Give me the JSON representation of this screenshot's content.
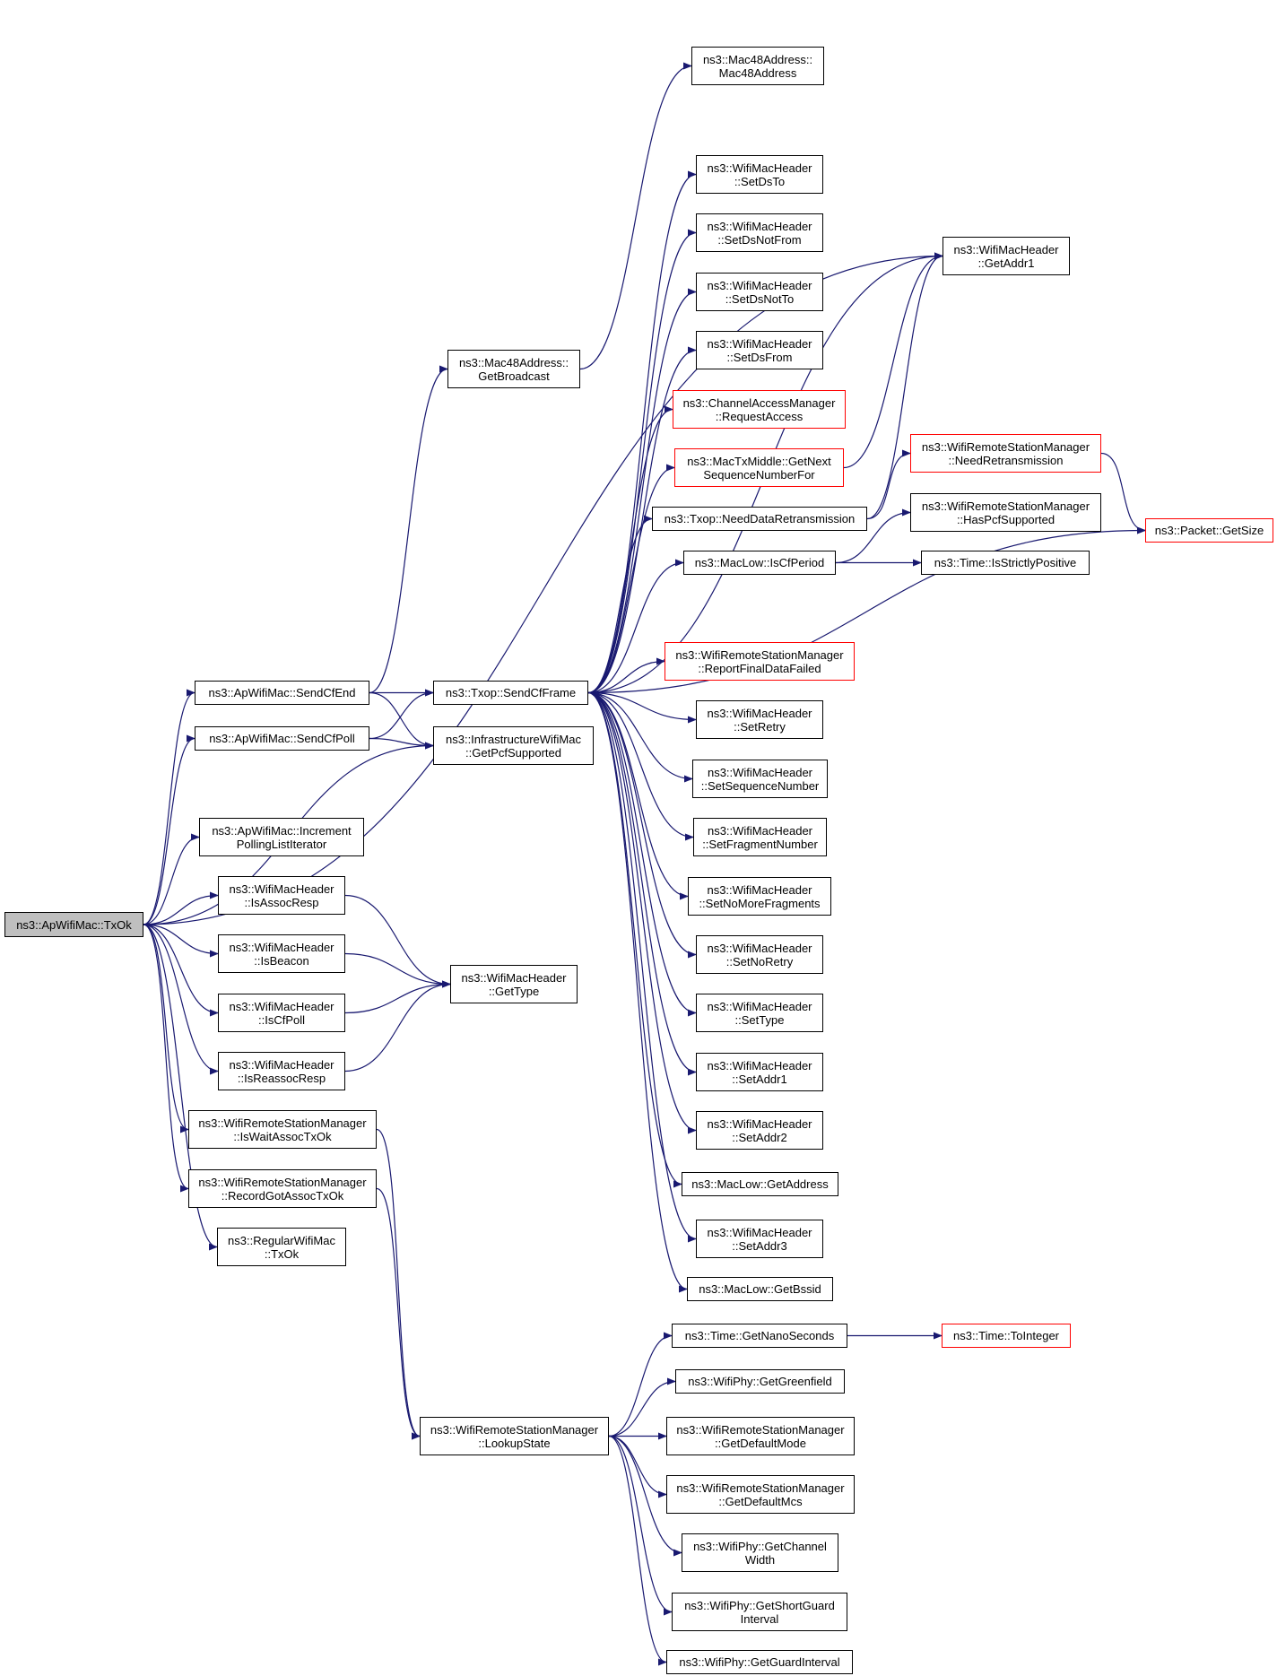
{
  "colors": {
    "edge": "#191970",
    "node_border": "#000000",
    "incomplete_border": "#ff0000",
    "root_fill": "#bfbfbf"
  },
  "nodes": {
    "root": {
      "lines": [
        "ns3::ApWifiMac::TxOk"
      ],
      "red": false
    },
    "mac48_ctor": {
      "lines": [
        "ns3::Mac48Address::",
        "Mac48Address"
      ],
      "red": false
    },
    "set_ds_to": {
      "lines": [
        "ns3::WifiMacHeader",
        "::SetDsTo"
      ],
      "red": false
    },
    "set_ds_not_from": {
      "lines": [
        "ns3::WifiMacHeader",
        "::SetDsNotFrom"
      ],
      "red": false
    },
    "get_addr1": {
      "lines": [
        "ns3::WifiMacHeader",
        "::GetAddr1"
      ],
      "red": false
    },
    "set_ds_not_to": {
      "lines": [
        "ns3::WifiMacHeader",
        "::SetDsNotTo"
      ],
      "red": false
    },
    "set_ds_from": {
      "lines": [
        "ns3::WifiMacHeader",
        "::SetDsFrom"
      ],
      "red": false
    },
    "get_broadcast": {
      "lines": [
        "ns3::Mac48Address::",
        "GetBroadcast"
      ],
      "red": false
    },
    "request_access": {
      "lines": [
        "ns3::ChannelAccessManager",
        "::RequestAccess"
      ],
      "red": true
    },
    "get_next_seq": {
      "lines": [
        "ns3::MacTxMiddle::GetNext",
        "SequenceNumberFor"
      ],
      "red": true
    },
    "need_retransmission": {
      "lines": [
        "ns3::WifiRemoteStationManager",
        "::NeedRetransmission"
      ],
      "red": true
    },
    "need_data_retx": {
      "lines": [
        "ns3::Txop::NeedDataRetransmission"
      ],
      "red": false
    },
    "has_pcf_supported": {
      "lines": [
        "ns3::WifiRemoteStationManager",
        "::HasPcfSupported"
      ],
      "red": false
    },
    "get_size": {
      "lines": [
        "ns3::Packet::GetSize"
      ],
      "red": true
    },
    "is_cf_period": {
      "lines": [
        "ns3::MacLow::IsCfPeriod"
      ],
      "red": false
    },
    "is_strictly_positive": {
      "lines": [
        "ns3::Time::IsStrictlyPositive"
      ],
      "red": false
    },
    "report_final_failed": {
      "lines": [
        "ns3::WifiRemoteStationManager",
        "::ReportFinalDataFailed"
      ],
      "red": true
    },
    "send_cf_end": {
      "lines": [
        "ns3::ApWifiMac::SendCfEnd"
      ],
      "red": false
    },
    "send_cf_frame": {
      "lines": [
        "ns3::Txop::SendCfFrame"
      ],
      "red": false
    },
    "set_retry": {
      "lines": [
        "ns3::WifiMacHeader",
        "::SetRetry"
      ],
      "red": false
    },
    "send_cf_poll": {
      "lines": [
        "ns3::ApWifiMac::SendCfPoll"
      ],
      "red": false
    },
    "get_pcf_supported": {
      "lines": [
        "ns3::InfrastructureWifiMac",
        "::GetPcfSupported"
      ],
      "red": false
    },
    "set_seq_number": {
      "lines": [
        "ns3::WifiMacHeader",
        "::SetSequenceNumber"
      ],
      "red": false
    },
    "increment_polling": {
      "lines": [
        "ns3::ApWifiMac::Increment",
        "PollingListIterator"
      ],
      "red": false
    },
    "set_fragment_number": {
      "lines": [
        "ns3::WifiMacHeader",
        "::SetFragmentNumber"
      ],
      "red": false
    },
    "is_assoc_resp": {
      "lines": [
        "ns3::WifiMacHeader",
        "::IsAssocResp"
      ],
      "red": false
    },
    "set_no_more_fragments": {
      "lines": [
        "ns3::WifiMacHeader",
        "::SetNoMoreFragments"
      ],
      "red": false
    },
    "is_beacon": {
      "lines": [
        "ns3::WifiMacHeader",
        "::IsBeacon"
      ],
      "red": false
    },
    "set_no_retry": {
      "lines": [
        "ns3::WifiMacHeader",
        "::SetNoRetry"
      ],
      "red": false
    },
    "get_type": {
      "lines": [
        "ns3::WifiMacHeader",
        "::GetType"
      ],
      "red": false
    },
    "is_cf_poll": {
      "lines": [
        "ns3::WifiMacHeader",
        "::IsCfPoll"
      ],
      "red": false
    },
    "set_type": {
      "lines": [
        "ns3::WifiMacHeader",
        "::SetType"
      ],
      "red": false
    },
    "is_reassoc_resp": {
      "lines": [
        "ns3::WifiMacHeader",
        "::IsReassocResp"
      ],
      "red": false
    },
    "set_addr1": {
      "lines": [
        "ns3::WifiMacHeader",
        "::SetAddr1"
      ],
      "red": false
    },
    "is_wait_assoc": {
      "lines": [
        "ns3::WifiRemoteStationManager",
        "::IsWaitAssocTxOk"
      ],
      "red": false
    },
    "set_addr2": {
      "lines": [
        "ns3::WifiMacHeader",
        "::SetAddr2"
      ],
      "red": false
    },
    "record_got_assoc": {
      "lines": [
        "ns3::WifiRemoteStationManager",
        "::RecordGotAssocTxOk"
      ],
      "red": false
    },
    "get_address": {
      "lines": [
        "ns3::MacLow::GetAddress"
      ],
      "red": false
    },
    "regular_txok": {
      "lines": [
        "ns3::RegularWifiMac",
        "::TxOk"
      ],
      "red": false
    },
    "set_addr3": {
      "lines": [
        "ns3::WifiMacHeader",
        "::SetAddr3"
      ],
      "red": false
    },
    "get_bssid": {
      "lines": [
        "ns3::MacLow::GetBssid"
      ],
      "red": false
    },
    "get_nano_seconds": {
      "lines": [
        "ns3::Time::GetNanoSeconds"
      ],
      "red": false
    },
    "to_integer": {
      "lines": [
        "ns3::Time::ToInteger"
      ],
      "red": true
    },
    "get_greenfield": {
      "lines": [
        "ns3::WifiPhy::GetGreenfield"
      ],
      "red": false
    },
    "lookup_state": {
      "lines": [
        "ns3::WifiRemoteStationManager",
        "::LookupState"
      ],
      "red": false
    },
    "get_default_mode": {
      "lines": [
        "ns3::WifiRemoteStationManager",
        "::GetDefaultMode"
      ],
      "red": false
    },
    "get_default_mcs": {
      "lines": [
        "ns3::WifiRemoteStationManager",
        "::GetDefaultMcs"
      ],
      "red": false
    },
    "get_channel_width": {
      "lines": [
        "ns3::WifiPhy::GetChannel",
        "Width"
      ],
      "red": false
    },
    "get_short_guard": {
      "lines": [
        "ns3::WifiPhy::GetShortGuard",
        "Interval"
      ],
      "red": false
    },
    "get_guard_interval": {
      "lines": [
        "ns3::WifiPhy::GetGuardInterval"
      ],
      "red": false
    }
  },
  "edges": [
    [
      "root",
      "get_addr1"
    ],
    [
      "root",
      "send_cf_end"
    ],
    [
      "root",
      "send_cf_poll"
    ],
    [
      "root",
      "get_pcf_supported"
    ],
    [
      "root",
      "increment_polling"
    ],
    [
      "root",
      "is_assoc_resp"
    ],
    [
      "root",
      "is_beacon"
    ],
    [
      "root",
      "is_cf_poll"
    ],
    [
      "root",
      "is_reassoc_resp"
    ],
    [
      "root",
      "is_wait_assoc"
    ],
    [
      "root",
      "record_got_assoc"
    ],
    [
      "root",
      "regular_txok"
    ],
    [
      "send_cf_end",
      "get_broadcast"
    ],
    [
      "send_cf_end",
      "send_cf_frame"
    ],
    [
      "send_cf_end",
      "get_pcf_supported"
    ],
    [
      "send_cf_poll",
      "send_cf_frame"
    ],
    [
      "send_cf_poll",
      "get_pcf_supported"
    ],
    [
      "get_broadcast",
      "mac48_ctor"
    ],
    [
      "send_cf_frame",
      "get_addr1"
    ],
    [
      "send_cf_frame",
      "set_ds_to"
    ],
    [
      "send_cf_frame",
      "set_ds_not_from"
    ],
    [
      "send_cf_frame",
      "set_ds_not_to"
    ],
    [
      "send_cf_frame",
      "set_ds_from"
    ],
    [
      "send_cf_frame",
      "request_access"
    ],
    [
      "send_cf_frame",
      "get_next_seq"
    ],
    [
      "send_cf_frame",
      "need_data_retx"
    ],
    [
      "send_cf_frame",
      "is_cf_period"
    ],
    [
      "send_cf_frame",
      "get_size"
    ],
    [
      "send_cf_frame",
      "report_final_failed"
    ],
    [
      "send_cf_frame",
      "set_retry"
    ],
    [
      "send_cf_frame",
      "set_seq_number"
    ],
    [
      "send_cf_frame",
      "set_fragment_number"
    ],
    [
      "send_cf_frame",
      "set_no_more_fragments"
    ],
    [
      "send_cf_frame",
      "set_no_retry"
    ],
    [
      "send_cf_frame",
      "set_type"
    ],
    [
      "send_cf_frame",
      "set_addr1"
    ],
    [
      "send_cf_frame",
      "set_addr2"
    ],
    [
      "send_cf_frame",
      "get_address"
    ],
    [
      "send_cf_frame",
      "set_addr3"
    ],
    [
      "send_cf_frame",
      "get_bssid"
    ],
    [
      "get_next_seq",
      "get_addr1"
    ],
    [
      "need_data_retx",
      "get_addr1"
    ],
    [
      "need_data_retx",
      "need_retransmission"
    ],
    [
      "need_retransmission",
      "get_size"
    ],
    [
      "is_cf_period",
      "has_pcf_supported"
    ],
    [
      "is_cf_period",
      "is_strictly_positive"
    ],
    [
      "is_assoc_resp",
      "get_type"
    ],
    [
      "is_beacon",
      "get_type"
    ],
    [
      "is_cf_poll",
      "get_type"
    ],
    [
      "is_reassoc_resp",
      "get_type"
    ],
    [
      "is_wait_assoc",
      "lookup_state"
    ],
    [
      "record_got_assoc",
      "lookup_state"
    ],
    [
      "lookup_state",
      "get_nano_seconds"
    ],
    [
      "lookup_state",
      "get_greenfield"
    ],
    [
      "lookup_state",
      "get_default_mode"
    ],
    [
      "lookup_state",
      "get_default_mcs"
    ],
    [
      "lookup_state",
      "get_channel_width"
    ],
    [
      "lookup_state",
      "get_short_guard"
    ],
    [
      "lookup_state",
      "get_guard_interval"
    ],
    [
      "get_nano_seconds",
      "to_integer"
    ]
  ]
}
